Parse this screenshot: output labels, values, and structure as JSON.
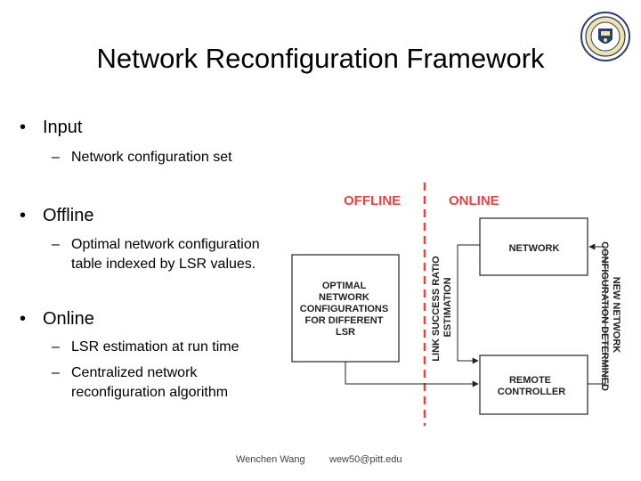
{
  "slide": {
    "title": "Network Reconfiguration Framework",
    "bullets": [
      {
        "label": "Input",
        "subs": [
          [
            "Network configuration set"
          ]
        ]
      },
      {
        "label": "Offline",
        "subs": [
          [
            "Optimal network configuration",
            "table indexed by LSR values."
          ]
        ]
      },
      {
        "label": "Online",
        "subs": [
          [
            "LSR estimation at run time"
          ],
          [
            "Centralized network",
            "reconfiguration algorithm"
          ]
        ]
      }
    ],
    "bullet_symbol": "•",
    "dash_symbol": "–"
  },
  "diagram": {
    "offline_label": "OFFLINE",
    "online_label": "ONLINE",
    "network_label": "NETWORK",
    "optimal_box_lines": [
      "OPTIMAL",
      "NETWORK",
      "CONFIGURATIONS",
      "FOR DIFFERENT",
      "LSR"
    ],
    "controller_lines": [
      "REMOTE",
      "CONTROLLER"
    ],
    "lsr_lines": [
      "LINK SUCCESS RATIO",
      "ESTIMATION"
    ],
    "new_config_lines": [
      "NEW NETWORK",
      "CONFIGURATION DETERMINED"
    ],
    "divider_color": "#e8433c"
  },
  "footer": {
    "author": "Wenchen Wang",
    "email": "wew50@pitt.edu"
  },
  "logo": {
    "icon": "university-seal-icon"
  }
}
